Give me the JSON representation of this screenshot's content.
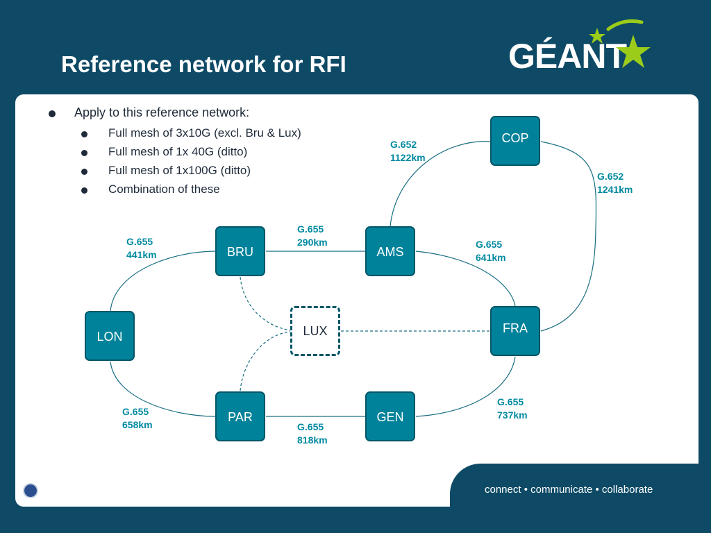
{
  "slide": {
    "title": "Reference network for RFI",
    "logo_text": "GÉANT",
    "tagline": "connect • communicate • collaborate",
    "home_icon": "home-icon"
  },
  "bullets": {
    "main": "Apply to this reference network:",
    "sub": [
      "Full mesh of 3x10G (excl. Bru & Lux)",
      "Full mesh of 1x 40G (ditto)",
      "Full mesh of 1x100G (ditto)",
      "Combination of these"
    ]
  },
  "network": {
    "nodes": [
      {
        "id": "cop",
        "label": "COP"
      },
      {
        "id": "bru",
        "label": "BRU"
      },
      {
        "id": "ams",
        "label": "AMS"
      },
      {
        "id": "lon",
        "label": "LON"
      },
      {
        "id": "lux",
        "label": "LUX"
      },
      {
        "id": "fra",
        "label": "FRA"
      },
      {
        "id": "par",
        "label": "PAR"
      },
      {
        "id": "gen",
        "label": "GEN"
      }
    ],
    "links": [
      {
        "from": "ams",
        "to": "cop",
        "fiber": "G.652",
        "distance": "1122km",
        "style": "solid"
      },
      {
        "from": "cop",
        "to": "fra",
        "fiber": "G.652",
        "distance": "1241km",
        "style": "solid"
      },
      {
        "from": "bru",
        "to": "ams",
        "fiber": "G.655",
        "distance": "290km",
        "style": "solid"
      },
      {
        "from": "lon",
        "to": "bru",
        "fiber": "G.655",
        "distance": "441km",
        "style": "solid"
      },
      {
        "from": "ams",
        "to": "fra",
        "fiber": "G.655",
        "distance": "641km",
        "style": "solid"
      },
      {
        "from": "lon",
        "to": "par",
        "fiber": "G.655",
        "distance": "658km",
        "style": "solid"
      },
      {
        "from": "par",
        "to": "gen",
        "fiber": "G.655",
        "distance": "818km",
        "style": "solid"
      },
      {
        "from": "gen",
        "to": "fra",
        "fiber": "G.655",
        "distance": "737km",
        "style": "solid"
      },
      {
        "from": "bru",
        "to": "lux",
        "fiber": "",
        "distance": "",
        "style": "dashed"
      },
      {
        "from": "par",
        "to": "lux",
        "fiber": "",
        "distance": "",
        "style": "dashed"
      },
      {
        "from": "lux",
        "to": "fra",
        "fiber": "",
        "distance": "",
        "style": "dashed"
      }
    ]
  },
  "colors": {
    "background": "#0e4a66",
    "node_fill": "#00829a",
    "node_border": "#035668",
    "label": "#008aa0",
    "logo_star": "#9bcc1a"
  }
}
